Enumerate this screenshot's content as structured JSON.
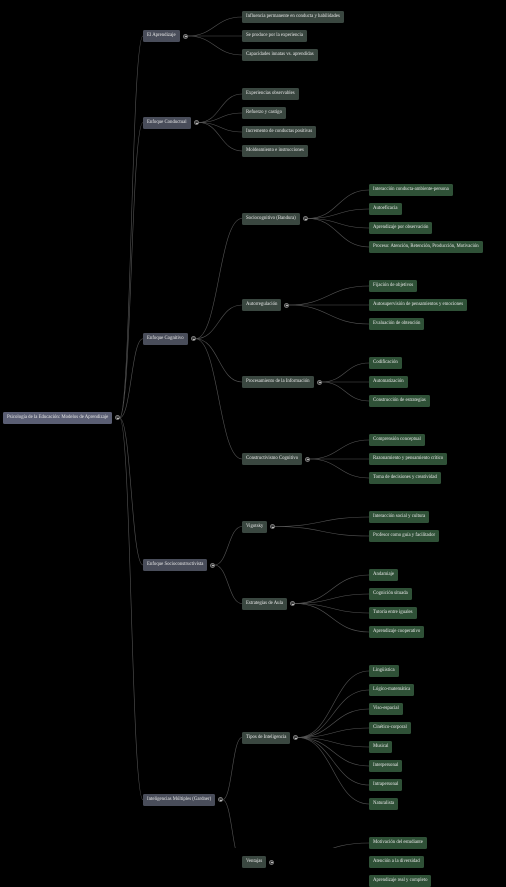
{
  "mindmap": {
    "root": {
      "label": "Psicología de la Educación: Modelos de Aprendizaje",
      "children": [
        {
          "label": "El Aprendizaje",
          "children": [
            {
              "label": "Influencia permanente en conducta y habilidades"
            },
            {
              "label": "Se produce por la experiencia"
            },
            {
              "label": "Capacidades innatas vs. aprendidas"
            }
          ]
        },
        {
          "label": "Enfoque Conductual",
          "children": [
            {
              "label": "Experiencias observables"
            },
            {
              "label": "Refuerzo y castigo"
            },
            {
              "label": "Incremento de conductas positivas"
            },
            {
              "label": "Moldeamiento e instrucciones"
            }
          ]
        },
        {
          "label": "Enfoque Cognitivo",
          "children": [
            {
              "label": "Sociocognitivo (Bandura)",
              "children": [
                {
                  "label": "Interacción conducta-ambiente-persona"
                },
                {
                  "label": "Autoeficacia"
                },
                {
                  "label": "Aprendizaje por observación"
                },
                {
                  "label": "Proceso: Atención, Retención, Producción, Motivación"
                }
              ]
            },
            {
              "label": "Autorregulación",
              "children": [
                {
                  "label": "Fijación de objetivos"
                },
                {
                  "label": "Autosupervisión de pensamientos y emociones"
                },
                {
                  "label": "Evaluación de obtención"
                }
              ]
            },
            {
              "label": "Procesamiento de la Información",
              "children": [
                {
                  "label": "Codificación"
                },
                {
                  "label": "Automatización"
                },
                {
                  "label": "Construcción de estrategias"
                }
              ]
            },
            {
              "label": "Constructivismo Cognitivo",
              "children": [
                {
                  "label": "Comprensión conceptual"
                },
                {
                  "label": "Razonamiento y pensamiento crítico"
                },
                {
                  "label": "Toma de decisiones y creatividad"
                }
              ]
            }
          ]
        },
        {
          "label": "Enfoque Socioconstructivista",
          "children": [
            {
              "label": "Vigotsky",
              "children": [
                {
                  "label": "Interacción social y cultura"
                },
                {
                  "label": "Profesor como guía y facilitador"
                }
              ]
            },
            {
              "label": "Estrategias de Aula",
              "children": [
                {
                  "label": "Andamiaje"
                },
                {
                  "label": "Cognición situada"
                },
                {
                  "label": "Tutoría entre iguales"
                },
                {
                  "label": "Aprendizaje cooperativo"
                }
              ]
            }
          ]
        },
        {
          "label": "Inteligencias Múltiples (Gardner)",
          "children": [
            {
              "label": "Tipos de Inteligencia",
              "children": [
                {
                  "label": "Lingüística"
                },
                {
                  "label": "Lógico-matemática"
                },
                {
                  "label": "Viso-espacial"
                },
                {
                  "label": "Cinético-corporal"
                },
                {
                  "label": "Musical"
                },
                {
                  "label": "Interpersonal"
                },
                {
                  "label": "Intrapersonal"
                },
                {
                  "label": "Naturalista"
                }
              ]
            },
            {
              "label": "Ventajas",
              "children": [
                {
                  "label": "Motivación del estudiante"
                },
                {
                  "label": "Atención a la diversidad"
                },
                {
                  "label": "Aprendizaje real y completo"
                }
              ]
            }
          ]
        }
      ]
    }
  }
}
